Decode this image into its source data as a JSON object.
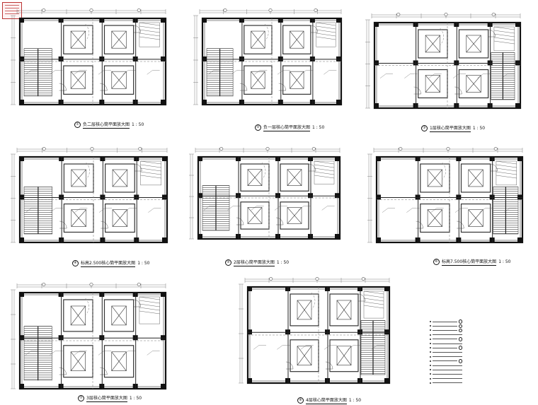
{
  "plans": [
    {
      "num": "①",
      "title": "负二层核心筒平面放大图",
      "scale": "1 : 50"
    },
    {
      "num": "②",
      "title": "负一层核心筒平面放大图",
      "scale": "1 : 50"
    },
    {
      "num": "③",
      "title": "1层核心筒平面放大图",
      "scale": "1 : 50"
    },
    {
      "num": "④",
      "title": "标高2.500核心筒平面放大图",
      "scale": "1 : 50"
    },
    {
      "num": "⑤",
      "title": "2层核心筒平面放大图",
      "scale": "1 : 50"
    },
    {
      "num": "⑥",
      "title": "标高7.500核心筒平面放大图",
      "scale": "1 : 50"
    },
    {
      "num": "⑦",
      "title": "3层核心筒平面放大图",
      "scale": "1 : 50"
    },
    {
      "num": "⑧",
      "title": "4层核心筒平面放大图",
      "scale": "1 : 50"
    }
  ]
}
